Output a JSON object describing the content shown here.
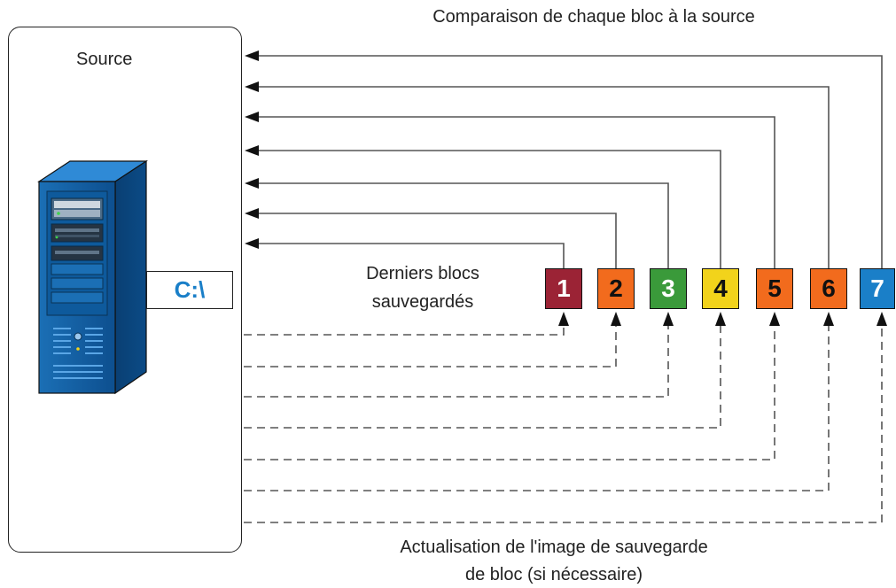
{
  "title_top": "Comparaison de chaque bloc à la source",
  "source_label": "Source",
  "drive_label": "C:\\",
  "blocks_label_line1": "Derniers blocs",
  "blocks_label_line2": "sauvegardés",
  "bottom_label_line1": "Actualisation de l'image de sauvegarde",
  "bottom_label_line2": "de bloc (si nécessaire)",
  "blocks": [
    {
      "label": "1",
      "color": "#9b2335",
      "text_color": "#ffffff"
    },
    {
      "label": "2",
      "color": "#f26b1d",
      "text_color": "#111111"
    },
    {
      "label": "3",
      "color": "#3a9a3a",
      "text_color": "#ffffff"
    },
    {
      "label": "4",
      "color": "#f2d31b",
      "text_color": "#111111"
    },
    {
      "label": "5",
      "color": "#f26b1d",
      "text_color": "#111111"
    },
    {
      "label": "6",
      "color": "#f26b1d",
      "text_color": "#111111"
    },
    {
      "label": "7",
      "color": "#1a7fc8",
      "text_color": "#ffffff"
    }
  ],
  "server_icon": "server-tower-icon"
}
